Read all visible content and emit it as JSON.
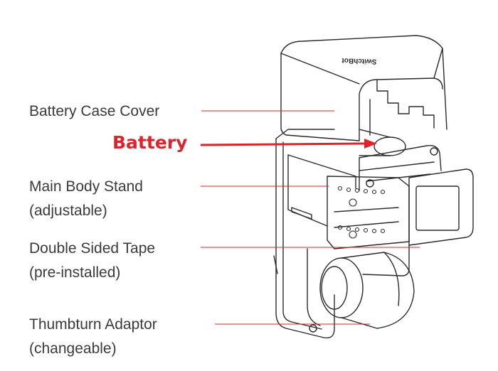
{
  "brand_text": "SwitchBot",
  "colors": {
    "accent": "#d9252b",
    "leader": "#d9252b",
    "text": "#3a3a3a",
    "outline": "#2a2a2a"
  },
  "labels": {
    "battery_case_cover": "Battery Case Cover",
    "battery": "Battery",
    "main_body_stand": {
      "line1": "Main Body Stand",
      "line2": "(adjustable)"
    },
    "double_sided_tape": {
      "line1": "Double Sided Tape",
      "line2": "(pre-installed)"
    },
    "thumbturn_adaptor": {
      "line1": "Thumbturn Adaptor",
      "line2": "(changeable)"
    }
  }
}
